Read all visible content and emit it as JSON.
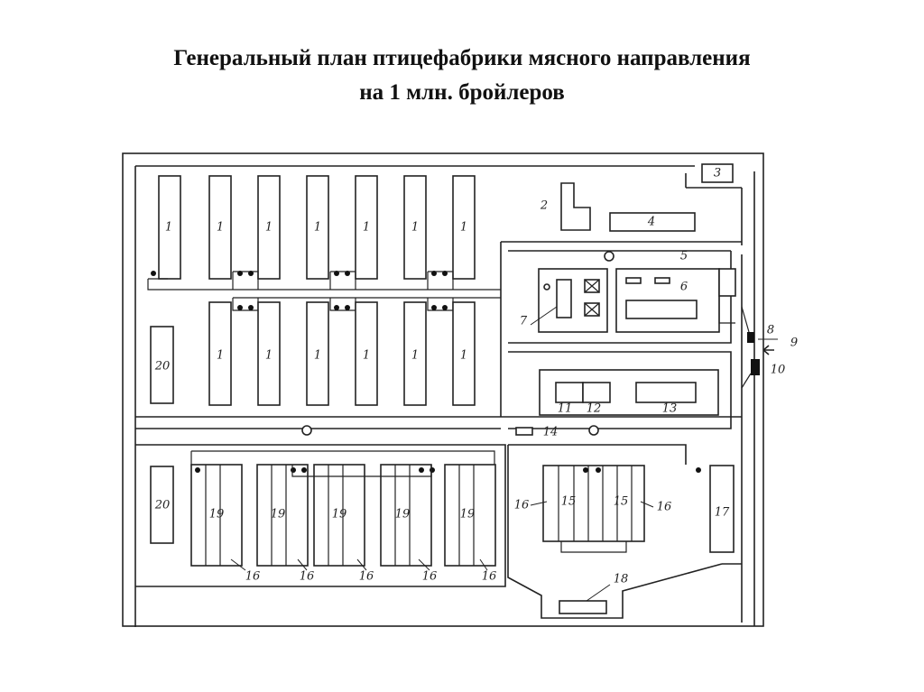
{
  "title": {
    "line1": "Генеральный план птицефабрики мясного направления",
    "line2": "на 1 млн. бройлеров"
  },
  "labels": {
    "n1": "1",
    "n2": "2",
    "n3": "3",
    "n4": "4",
    "n5": "5",
    "n6": "6",
    "n7": "7",
    "n8": "8",
    "n9": "9",
    "n10": "10",
    "n11": "11",
    "n12": "12",
    "n13": "13",
    "n14": "14",
    "n15": "15",
    "n16": "16",
    "n17": "17",
    "n18": "18",
    "n19": "19",
    "n20": "20"
  }
}
